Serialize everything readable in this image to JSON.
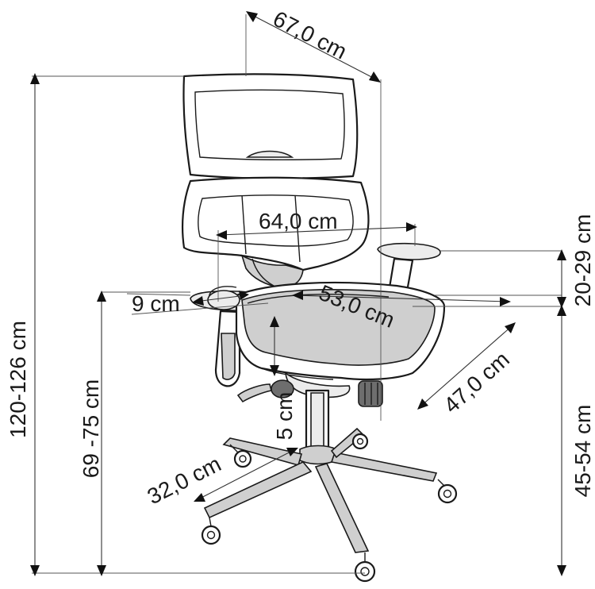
{
  "dimensions": {
    "depth_back": "67,0 cm",
    "total_height": "120-126 cm",
    "armrest_height": "69 -75 cm",
    "seat_height": "45-54 cm",
    "armrest_adjust": "20-29 cm",
    "overall_width": "64,0 cm",
    "armrest_width": "9 cm",
    "seat_width": "53,0 cm",
    "seat_depth": "47,0 cm",
    "seat_thickness": "5 cm",
    "base_radius": "32,0 cm"
  }
}
